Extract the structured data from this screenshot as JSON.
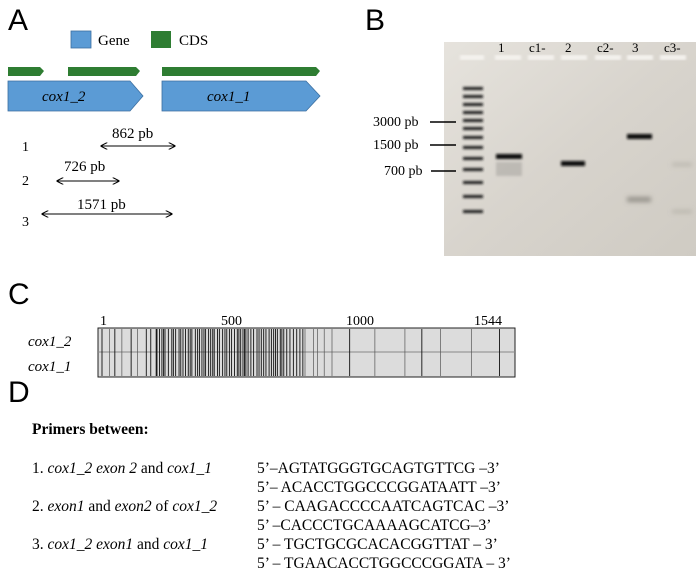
{
  "panels": {
    "a": "A",
    "b": "B",
    "c": "C",
    "d": "D"
  },
  "panel_a": {
    "legend": {
      "gene": "Gene",
      "cds": "CDS"
    },
    "genes": {
      "left": "cox1_2",
      "right": "cox1_1"
    },
    "amplicons": [
      {
        "num": "1",
        "size": "862 pb"
      },
      {
        "num": "2",
        "size": "726 pb"
      },
      {
        "num": "3",
        "size": "1571 pb"
      }
    ],
    "colors": {
      "gene": "#5b9bd5",
      "cds": "#2e7d32"
    }
  },
  "panel_b": {
    "lane_labels": [
      "1",
      "c1-",
      "2",
      "c2-",
      "3",
      "c3-"
    ],
    "ladder_labels": [
      "3000 pb",
      "1500 pb",
      "700 pb"
    ],
    "gel_color": "#d9d6cf"
  },
  "panel_c": {
    "ticks": [
      "1",
      "500",
      "1000",
      "1544"
    ],
    "rows": [
      "cox1_2",
      "cox1_1"
    ]
  },
  "panel_d": {
    "header": "Primers between:",
    "primers": [
      {
        "num": "1.",
        "label_a": "cox1_2 exon 2",
        "join": "and",
        "label_b": "cox1_1",
        "seq_f": "5’–AGTATGGGTGCAGTGTTCG –3’",
        "seq_r": "5’– ACACCTGGCCCGGATAATT –3’"
      },
      {
        "num": "2.",
        "label_a": "exon1",
        "join": "and",
        "label_b": "exon2",
        "of": "of",
        "label_c": "cox1_2",
        "seq_f": "5’ – CAAGACCCCAATCAGTCAC –3’",
        "seq_r": "5’ –CACCCTGCAAAAGCATCG–3’"
      },
      {
        "num": "3.",
        "label_a": "cox1_2 exon1",
        "join": "and",
        "label_b": "cox1_1",
        "seq_f": "5’ – TGCTGCGCACACGGTTAT – 3’",
        "seq_r": "5’ – TGAACACCTGGCCCGGATA – 3’"
      }
    ]
  }
}
